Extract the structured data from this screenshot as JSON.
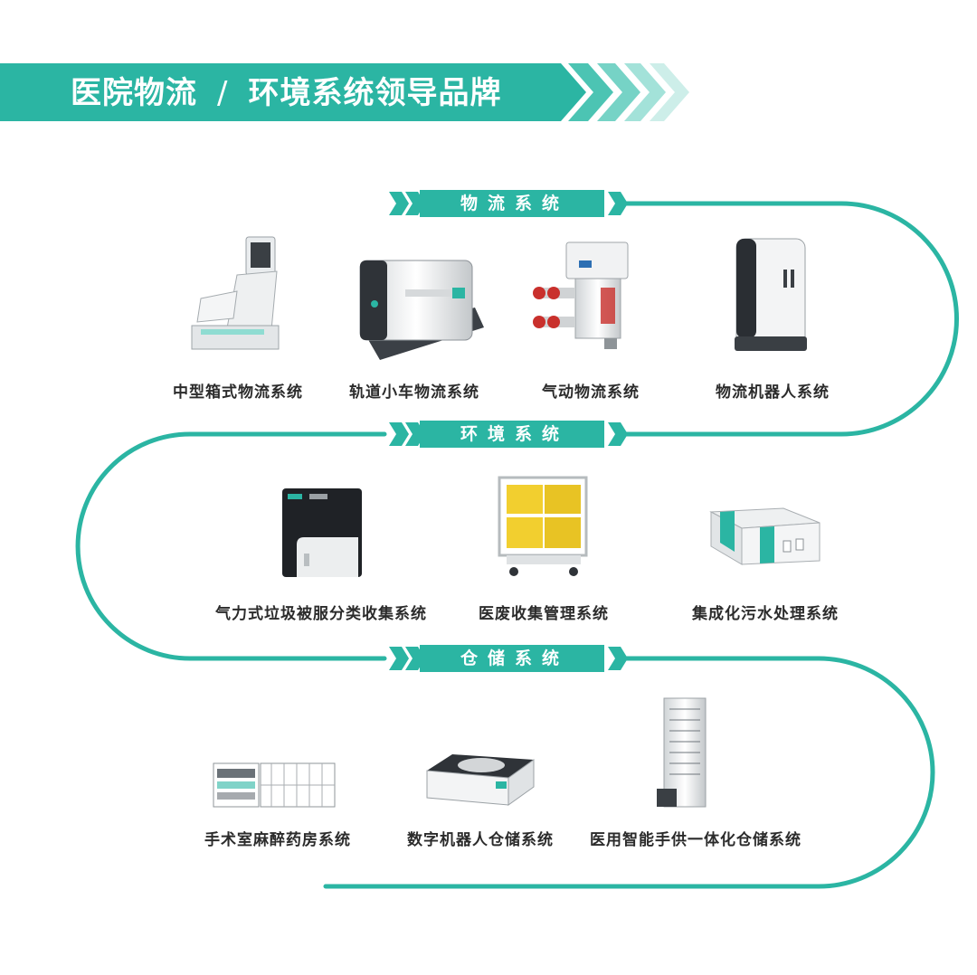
{
  "header": {
    "title_left": "医院物流",
    "separator": "/",
    "title_right": "环境系统领导品牌"
  },
  "colors": {
    "accent": "#2bb5a3",
    "accent_light": "#8fdcd2",
    "caption_text": "#2b2b2b"
  },
  "sections": [
    {
      "label": "物流系统",
      "products": [
        {
          "name": "中型箱式物流系统",
          "icon": "kiosk-station-icon"
        },
        {
          "name": "轨道小车物流系统",
          "icon": "rail-cart-icon"
        },
        {
          "name": "气动物流系统",
          "icon": "pneumatic-station-icon"
        },
        {
          "name": "物流机器人系统",
          "icon": "logistics-robot-icon"
        }
      ]
    },
    {
      "label": "环境系统",
      "products": [
        {
          "name": "气力式垃圾被服分类收集系统",
          "icon": "waste-inlet-icon"
        },
        {
          "name": "医废收集管理系统",
          "icon": "medical-waste-cart-icon"
        },
        {
          "name": "集成化污水处理系统",
          "icon": "sewage-unit-icon"
        }
      ]
    },
    {
      "label": "仓储系统",
      "products": [
        {
          "name": "手术室麻醉药房系统",
          "icon": "pharmacy-cabinet-icon"
        },
        {
          "name": "数字机器人仓储系统",
          "icon": "robot-warehouse-icon"
        },
        {
          "name": "医用智能手供一体化仓储系统",
          "icon": "vertical-storage-tower-icon"
        }
      ]
    }
  ]
}
